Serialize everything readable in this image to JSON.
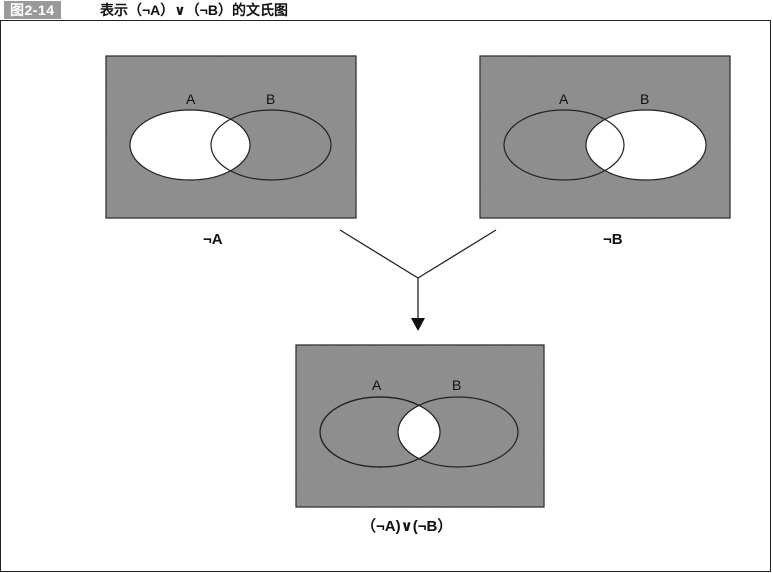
{
  "header": {
    "figure_number": "图2-14",
    "title": "表示（¬A）∨（¬B）的文氏图"
  },
  "panels": {
    "not_a": {
      "label_a": "A",
      "label_b": "B",
      "caption": "¬A"
    },
    "not_b": {
      "label_a": "A",
      "label_b": "B",
      "caption": "¬B"
    },
    "result": {
      "label_a": "A",
      "label_b": "B",
      "caption": "（¬A)∨(¬B）"
    }
  },
  "colors": {
    "shaded": "#8c8c8c",
    "unshaded": "#ffffff",
    "line": "#222222"
  }
}
